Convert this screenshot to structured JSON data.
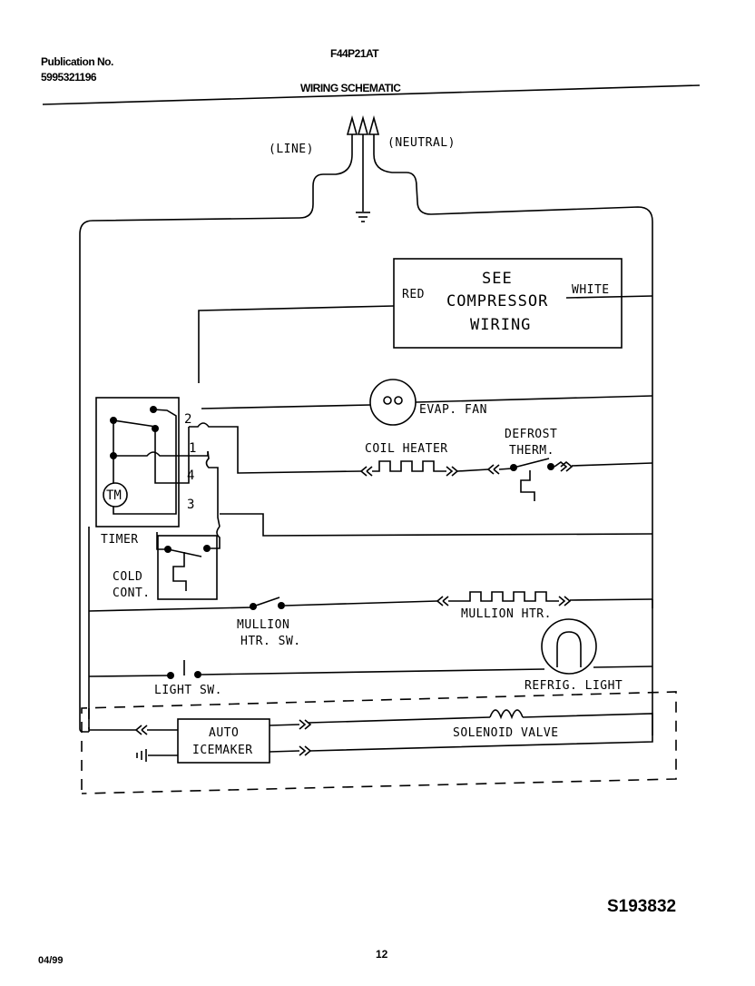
{
  "header": {
    "publication_label": "Publication No.",
    "publication_number": "5995321196",
    "model": "F44P21AT",
    "section_title": "WIRING SCHEMATIC"
  },
  "diagram": {
    "line_label": "(LINE)",
    "neutral_label": "(NEUTRAL)",
    "compressor_box": {
      "line1": "SEE",
      "line2": "COMPRESSOR",
      "line3": "WIRING",
      "left_wire": "RED",
      "right_wire": "WHITE"
    },
    "evap_fan": "EVAP. FAN",
    "coil_heater": "COIL HEATER",
    "defrost_therm_line1": "DEFROST",
    "defrost_therm_line2": "THERM.",
    "timer_label": "TIMER",
    "timer_motor": "TM",
    "terminals": [
      "2",
      "1",
      "4",
      "3"
    ],
    "cold_control_line1": "COLD",
    "cold_control_line2": "CONT.",
    "mullion_switch_line1": "MULLION",
    "mullion_switch_line2": "HTR. SW.",
    "mullion_heater": "MULLION HTR.",
    "light_switch": "LIGHT SW.",
    "refrig_light": "REFRIG. LIGHT",
    "icemaker_line1": "AUTO",
    "icemaker_line2": "ICEMAKER",
    "solenoid_valve": "SOLENOID VALVE"
  },
  "footer": {
    "drawing_code": "S193832",
    "date": "04/99",
    "page_number": "12"
  }
}
